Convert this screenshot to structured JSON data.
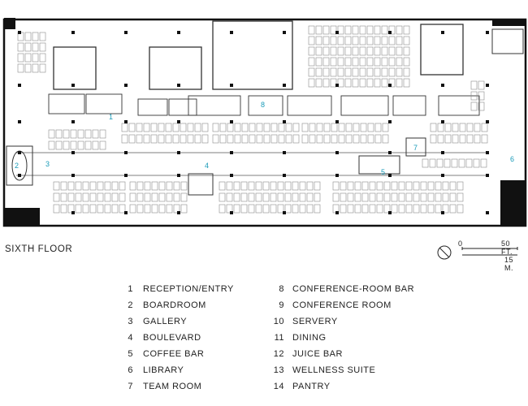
{
  "floor_label": "SIXTH FLOOR",
  "scale": {
    "imperial": "50 FT.",
    "metric": "15 M.",
    "zero": "0"
  },
  "accent": "#1a9bb8",
  "room_markers": [
    "1",
    "2",
    "3",
    "4",
    "5",
    "6",
    "7",
    "8"
  ],
  "legend": [
    {
      "num": "1",
      "label": "RECEPTION/ENTRY"
    },
    {
      "num": "2",
      "label": "BOARDROOM"
    },
    {
      "num": "3",
      "label": "GALLERY"
    },
    {
      "num": "4",
      "label": "BOULEVARD"
    },
    {
      "num": "5",
      "label": "COFFEE BAR"
    },
    {
      "num": "6",
      "label": "LIBRARY"
    },
    {
      "num": "7",
      "label": "TEAM ROOM"
    },
    {
      "num": "8",
      "label": "CONFERENCE-ROOM BAR"
    },
    {
      "num": "9",
      "label": "CONFERENCE ROOM"
    },
    {
      "num": "10",
      "label": "SERVERY"
    },
    {
      "num": "11",
      "label": "DINING"
    },
    {
      "num": "12",
      "label": "JUICE BAR"
    },
    {
      "num": "13",
      "label": "WELLNESS SUITE"
    },
    {
      "num": "14",
      "label": "PANTRY"
    }
  ]
}
